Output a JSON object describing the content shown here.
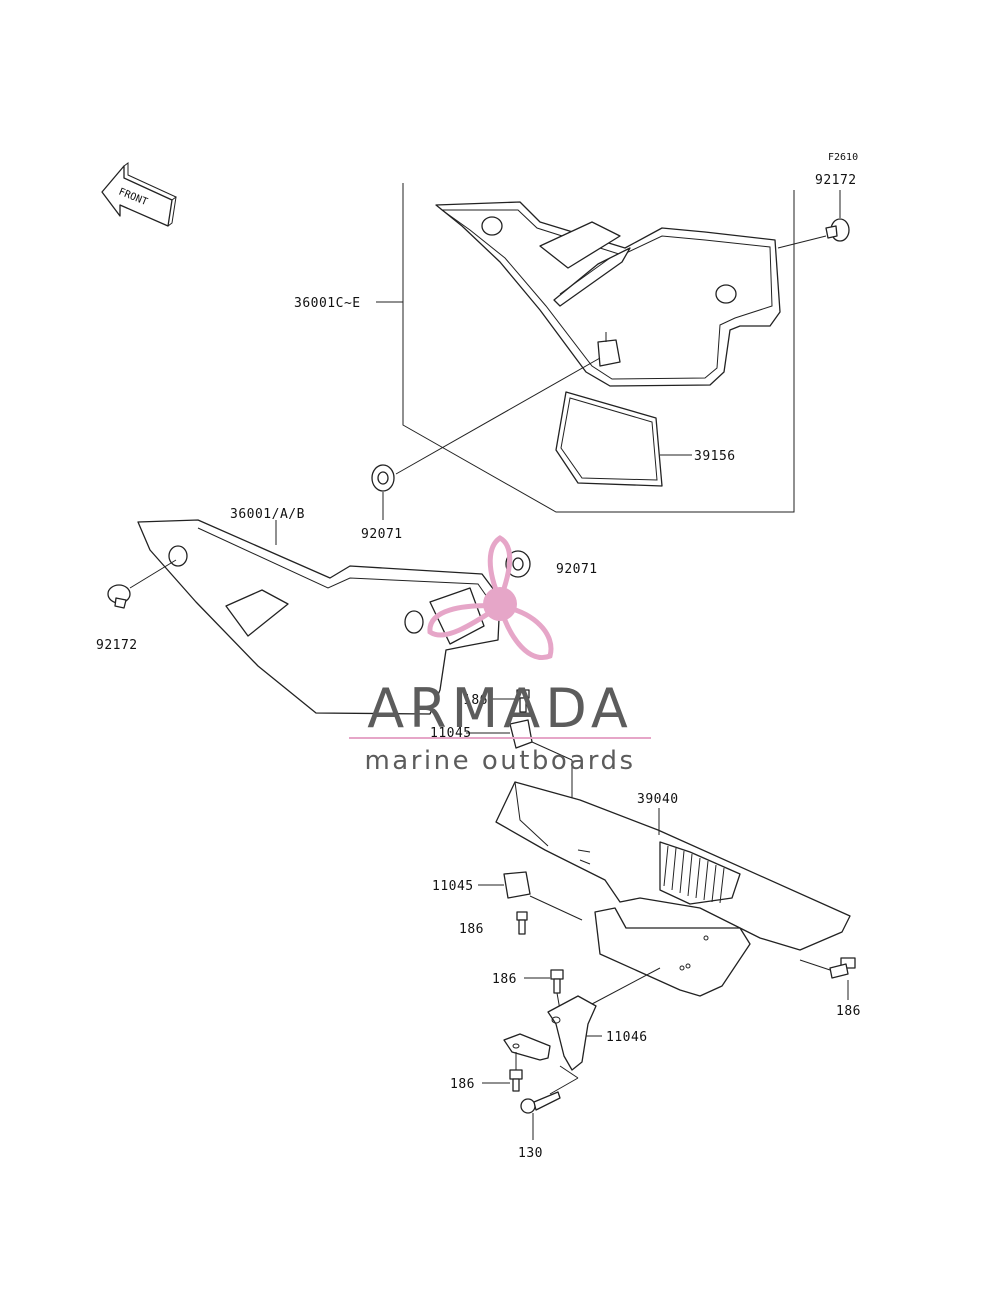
{
  "figure_code": "F2610",
  "front_arrow_text": "FRONT",
  "labels": {
    "l_92172_top": "92172",
    "l_36001c_e": "36001C~E",
    "l_39156": "39156",
    "l_92071_upper": "92071",
    "l_36001_a_b": "36001/A/B",
    "l_92071_lower": "92071",
    "l_92172_left": "92172",
    "l_186_a": "186",
    "l_11045_a": "11045",
    "l_39040": "39040",
    "l_11045_b": "11045",
    "l_186_b": "186",
    "l_186_c": "186",
    "l_186_d": "186",
    "l_11046": "11046",
    "l_186_e": "186",
    "l_130": "130"
  },
  "watermark": {
    "brand": "ARMADA",
    "tagline": "marine outboards",
    "accent_color": "#e6a6c8",
    "text_color": "#5c5c5c"
  },
  "colors": {
    "line": "#222222",
    "background": "#ffffff"
  }
}
